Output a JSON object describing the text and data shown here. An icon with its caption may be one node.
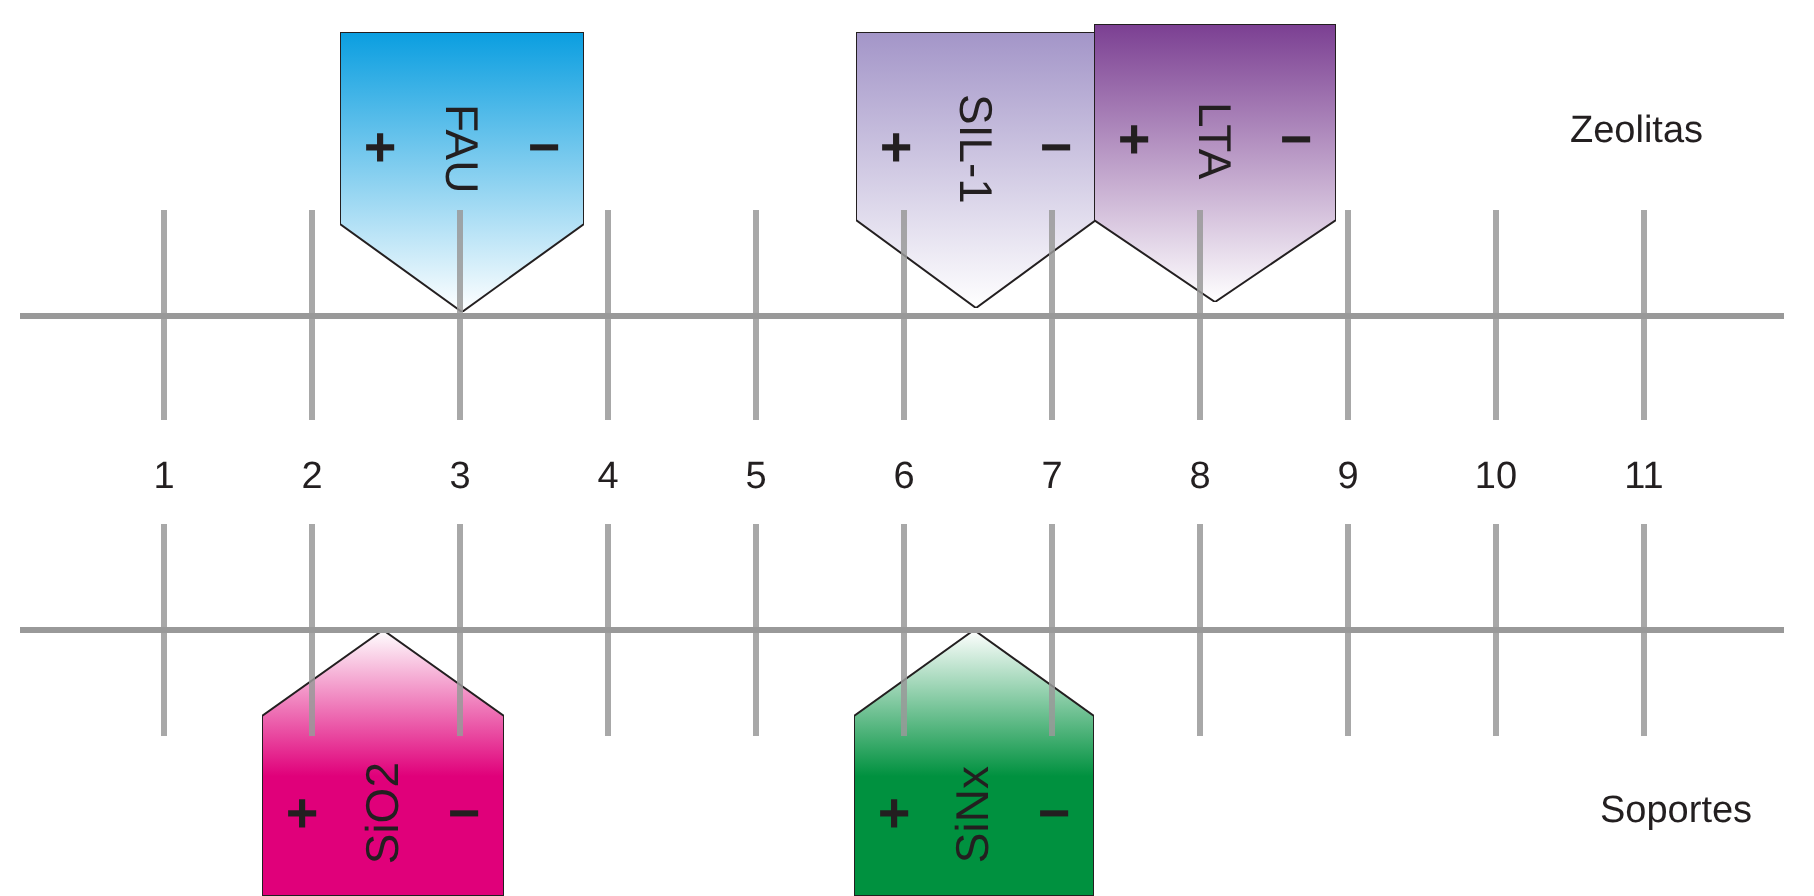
{
  "diagram": {
    "nodes": [
      {
        "text": [
          "FAU",
          "+",
          "−"
        ]
      },
      {
        "text": [
          "SIL-1",
          "+",
          "−"
        ]
      },
      {
        "text": [
          "LTA",
          "+",
          "−"
        ]
      },
      {
        "text": [
          "SiO2",
          "+",
          "−"
        ]
      },
      {
        "text": [
          "SiNx",
          "+",
          "−"
        ]
      }
    ],
    "labels": [
      "Zeolitas",
      "1",
      "2",
      "3",
      "4",
      "5",
      "6",
      "7",
      "8",
      "9",
      "10",
      "11",
      "Soportes"
    ]
  }
}
